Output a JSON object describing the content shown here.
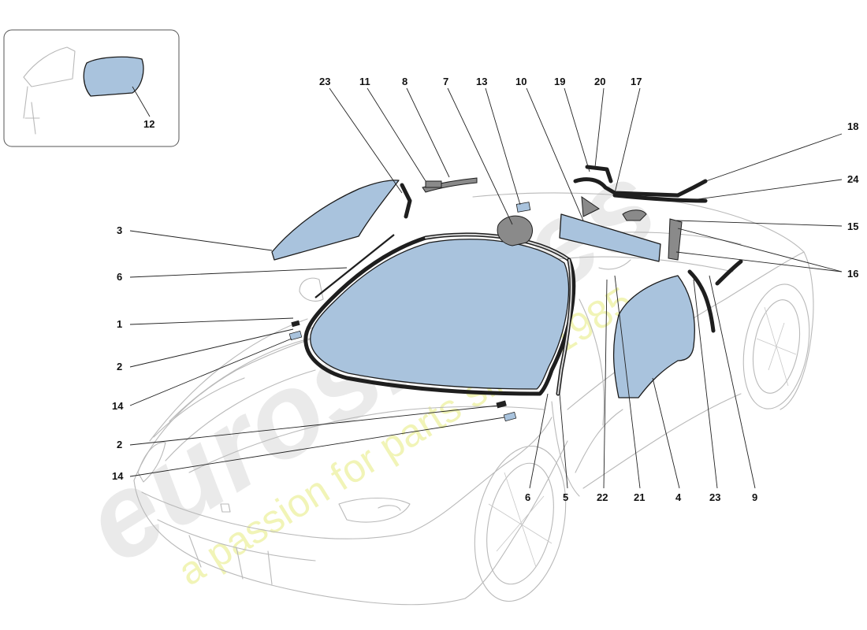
{
  "diagram": {
    "callouts": [
      {
        "id": "c23a",
        "text": "23"
      },
      {
        "id": "c11",
        "text": "11"
      },
      {
        "id": "c8",
        "text": "8"
      },
      {
        "id": "c7",
        "text": "7"
      },
      {
        "id": "c13",
        "text": "13"
      },
      {
        "id": "c10",
        "text": "10"
      },
      {
        "id": "c19",
        "text": "19"
      },
      {
        "id": "c20",
        "text": "20"
      },
      {
        "id": "c17",
        "text": "17"
      },
      {
        "id": "c18",
        "text": "18"
      },
      {
        "id": "c24",
        "text": "24"
      },
      {
        "id": "c15",
        "text": "15"
      },
      {
        "id": "c16",
        "text": "16"
      },
      {
        "id": "c3",
        "text": "3"
      },
      {
        "id": "c6a",
        "text": "6"
      },
      {
        "id": "c1",
        "text": "1"
      },
      {
        "id": "c2a",
        "text": "2"
      },
      {
        "id": "c14a",
        "text": "14"
      },
      {
        "id": "c2b",
        "text": "2"
      },
      {
        "id": "c14b",
        "text": "14"
      },
      {
        "id": "c6b",
        "text": "6"
      },
      {
        "id": "c5",
        "text": "5"
      },
      {
        "id": "c22",
        "text": "22"
      },
      {
        "id": "c21",
        "text": "21"
      },
      {
        "id": "c4",
        "text": "4"
      },
      {
        "id": "c23b",
        "text": "23"
      },
      {
        "id": "c9",
        "text": "9"
      },
      {
        "id": "c12",
        "text": "12"
      }
    ],
    "inset": {
      "label": "12"
    },
    "colors": {
      "glass": "#a9c3dd",
      "seal": "#1e1e1e",
      "outline": "#b9b9b9"
    }
  }
}
